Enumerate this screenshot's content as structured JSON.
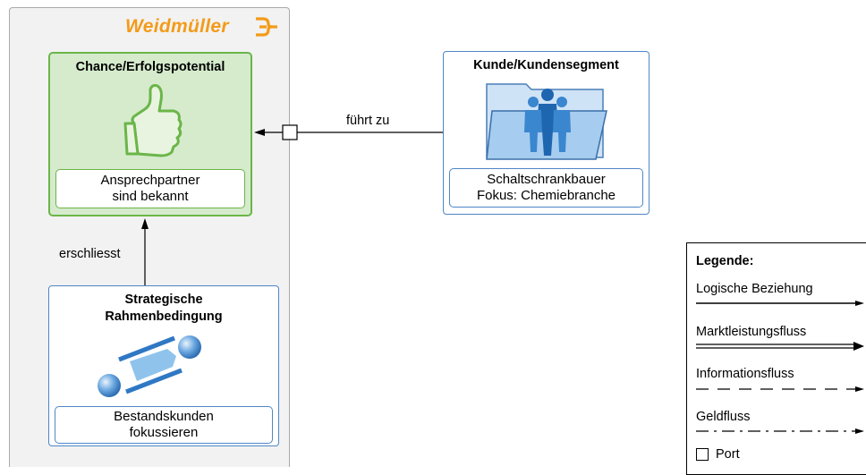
{
  "logo": {
    "text": "Weidmüller"
  },
  "chance": {
    "title": "Chance/Erfolgspotential",
    "line1": "Ansprechpartner",
    "line2": "sind bekannt"
  },
  "strategy": {
    "title_line1": "Strategische",
    "title_line2": "Rahmenbedingung",
    "line1": "Bestandskunden",
    "line2": "fokussieren"
  },
  "customer": {
    "title": "Kunde/Kundensegment",
    "line1": "Schaltschrankbauer",
    "line2": "Fokus: Chemiebranche"
  },
  "edges": {
    "leads_to": "führt zu",
    "opens_up": "erschliesst"
  },
  "legend": {
    "title": "Legende:",
    "logical": "Logische Beziehung",
    "market": "Marktleistungsfluss",
    "information": "Informationsfluss",
    "money": "Geldfluss",
    "port": "Port"
  },
  "colors": {
    "logo_orange": "#f39b19",
    "chance_green": "#6bb548",
    "chance_fill": "#d5ebcc",
    "card_blue": "#4f86c6",
    "panel_grey": "#f2f2f2"
  }
}
